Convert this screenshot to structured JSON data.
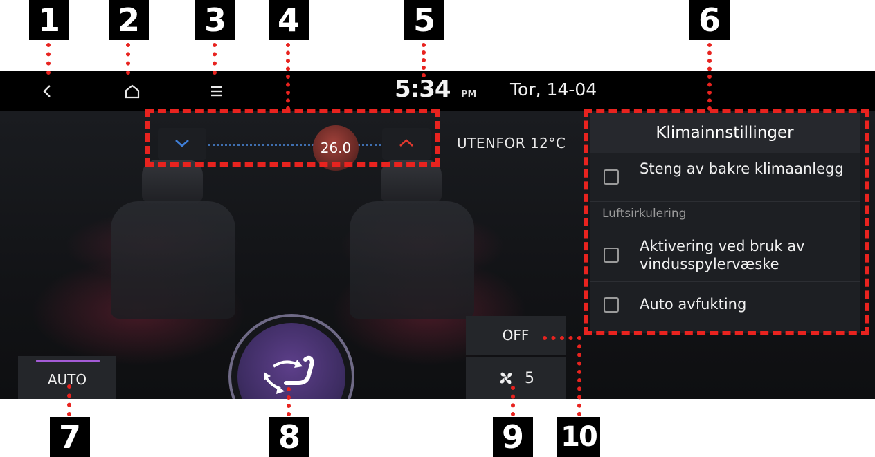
{
  "callouts": [
    "1",
    "2",
    "3",
    "4",
    "5",
    "6",
    "7",
    "8",
    "9",
    "10"
  ],
  "topbar": {
    "back_icon": "back-chevron-icon",
    "home_icon": "home-icon",
    "menu_icon": "menu-icon",
    "time": "5:34",
    "ampm": "PM",
    "date": "Tor, 14-04"
  },
  "temperature": {
    "value": "26.0",
    "down_icon": "chevron-down-icon",
    "up_icon": "chevron-up-icon",
    "outside": "UTENFOR 12°C"
  },
  "climate_panel": {
    "title": "Klimainnstillinger",
    "options": [
      {
        "label": "Steng av bakre klimaanlegg",
        "checked": false
      },
      {
        "label": "Aktivering ved bruk av vindusspylervæske",
        "checked": false
      },
      {
        "label": "Auto avfukting",
        "checked": false
      }
    ],
    "section_label": "Luftsirkulering"
  },
  "controls": {
    "auto_label": "AUTO",
    "auto_indicator_color": "#a45bd6",
    "off_label": "OFF",
    "fan_icon": "fan-icon",
    "fan_speed": "5",
    "mode_icon": "airflow-mode-icon"
  },
  "colors": {
    "callout_red": "#e8231f",
    "temp_up_red": "#e0392f",
    "temp_down_blue": "#3f7fd8"
  }
}
